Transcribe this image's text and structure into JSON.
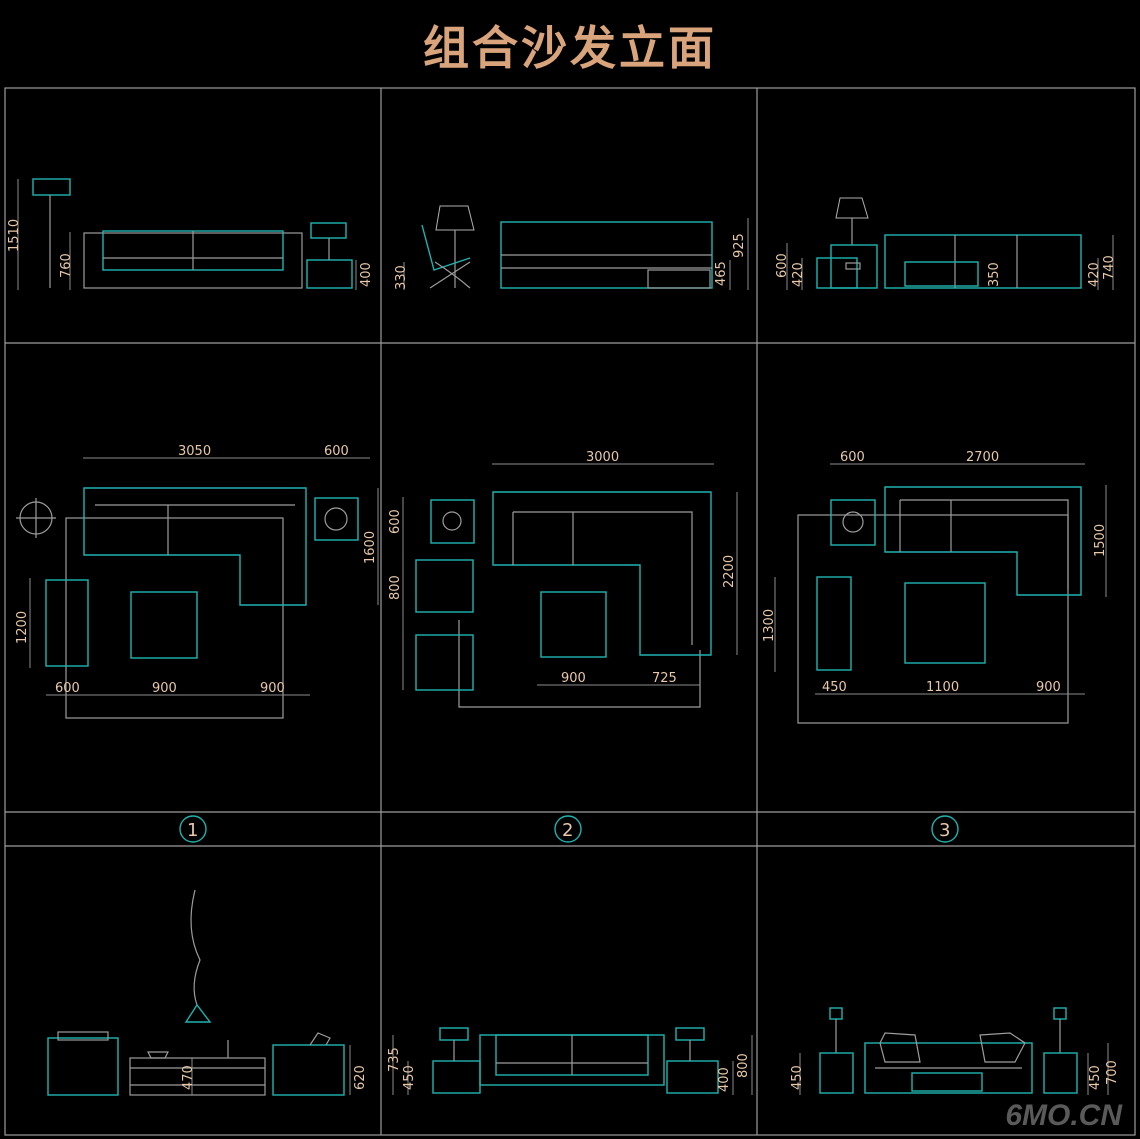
{
  "title": "组合沙发立面",
  "watermark": "6MO.CN",
  "elevations_top": {
    "set1": [
      "1510",
      "760",
      "400"
    ],
    "set2": [
      "330",
      "465",
      "925"
    ],
    "set3": [
      "600",
      "420",
      "350",
      "420",
      "740"
    ]
  },
  "plans": {
    "set1": [
      "3050",
      "600",
      "1600",
      "1200",
      "600",
      "900",
      "900"
    ],
    "set2": [
      "3000",
      "600",
      "800",
      "2200",
      "900",
      "725"
    ],
    "set3": [
      "600",
      "2700",
      "1500",
      "1300",
      "450",
      "1100",
      "900"
    ]
  },
  "labels": [
    "1",
    "2",
    "3"
  ],
  "elevations_bottom": {
    "set1": [
      "470",
      "620"
    ],
    "set2": [
      "735",
      "450",
      "400",
      "800"
    ],
    "set3": [
      "450",
      "450",
      "700"
    ]
  },
  "colors": {
    "furniture": "#1fb3b0",
    "lines": "#9c9c9c",
    "text": "#e8c8a8",
    "title": "#d9a47c"
  }
}
